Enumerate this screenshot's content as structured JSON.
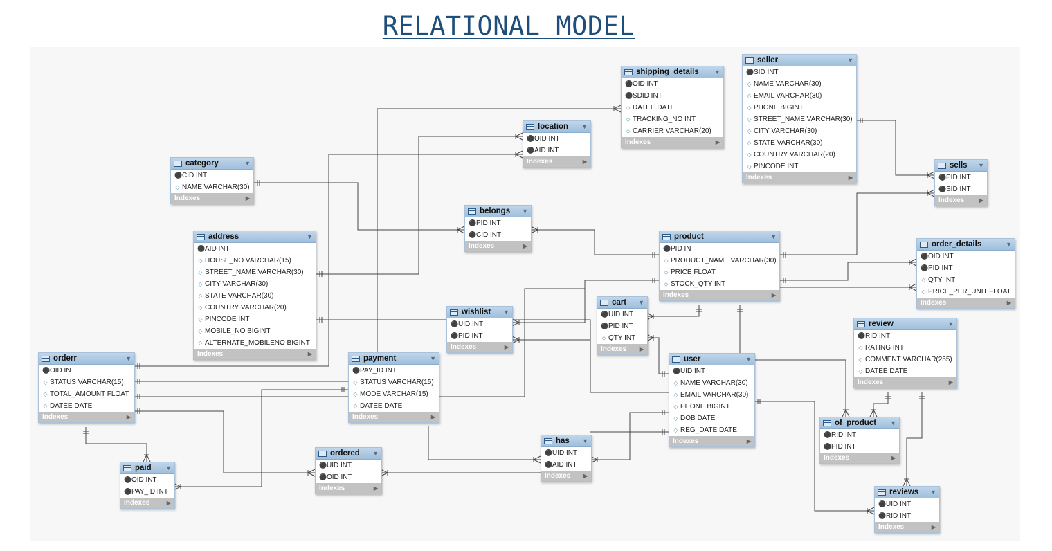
{
  "title": "RELATIONAL MODEL",
  "indexes_label": "Indexes",
  "tables": {
    "shipping_details": {
      "name": "shipping_details",
      "columns": [
        {
          "text": "OID INT",
          "kind": "fk"
        },
        {
          "text": "SDID INT",
          "kind": "key"
        },
        {
          "text": "DATEE DATE",
          "kind": "col"
        },
        {
          "text": "TRACKING_NO INT",
          "kind": "col"
        },
        {
          "text": "CARRIER VARCHAR(20)",
          "kind": "col"
        }
      ]
    },
    "seller": {
      "name": "seller",
      "columns": [
        {
          "text": "SID INT",
          "kind": "key"
        },
        {
          "text": "NAME VARCHAR(30)",
          "kind": "col"
        },
        {
          "text": "EMAIL VARCHAR(30)",
          "kind": "col"
        },
        {
          "text": "PHONE BIGINT",
          "kind": "col"
        },
        {
          "text": "STREET_NAME VARCHAR(30)",
          "kind": "col"
        },
        {
          "text": "CITY VARCHAR(30)",
          "kind": "col"
        },
        {
          "text": "STATE VARCHAR(30)",
          "kind": "col"
        },
        {
          "text": "COUNTRY VARCHAR(20)",
          "kind": "col"
        },
        {
          "text": "PINCODE INT",
          "kind": "col"
        }
      ]
    },
    "location": {
      "name": "location",
      "columns": [
        {
          "text": "OID INT",
          "kind": "fk"
        },
        {
          "text": "AID INT",
          "kind": "fk"
        }
      ]
    },
    "category": {
      "name": "category",
      "columns": [
        {
          "text": "CID INT",
          "kind": "key"
        },
        {
          "text": "NAME VARCHAR(30)",
          "kind": "col"
        }
      ]
    },
    "sells": {
      "name": "sells",
      "columns": [
        {
          "text": "PID INT",
          "kind": "fk"
        },
        {
          "text": "SID INT",
          "kind": "fk"
        }
      ]
    },
    "belongs": {
      "name": "belongs",
      "columns": [
        {
          "text": "PID INT",
          "kind": "fk"
        },
        {
          "text": "CID INT",
          "kind": "fk"
        }
      ]
    },
    "address": {
      "name": "address",
      "columns": [
        {
          "text": "AID INT",
          "kind": "key"
        },
        {
          "text": "HOUSE_NO VARCHAR(15)",
          "kind": "col"
        },
        {
          "text": "STREET_NAME VARCHAR(30)",
          "kind": "col"
        },
        {
          "text": "CITY VARCHAR(30)",
          "kind": "col"
        },
        {
          "text": "STATE VARCHAR(30)",
          "kind": "col"
        },
        {
          "text": "COUNTRY VARCHAR(20)",
          "kind": "col"
        },
        {
          "text": "PINCODE INT",
          "kind": "col"
        },
        {
          "text": "MOBILE_NO BIGINT",
          "kind": "col"
        },
        {
          "text": "ALTERNATE_MOBILENO BIGINT",
          "kind": "col"
        }
      ]
    },
    "product": {
      "name": "product",
      "columns": [
        {
          "text": "PID INT",
          "kind": "key"
        },
        {
          "text": "PRODUCT_NAME VARCHAR(30)",
          "kind": "col"
        },
        {
          "text": "PRICE FLOAT",
          "kind": "col"
        },
        {
          "text": "STOCK_QTY INT",
          "kind": "col"
        }
      ]
    },
    "order_details": {
      "name": "order_details",
      "columns": [
        {
          "text": "OID INT",
          "kind": "fk"
        },
        {
          "text": "PID INT",
          "kind": "fk"
        },
        {
          "text": "QTY INT",
          "kind": "col"
        },
        {
          "text": "PRICE_PER_UNIT FLOAT",
          "kind": "col"
        }
      ]
    },
    "cart": {
      "name": "cart",
      "columns": [
        {
          "text": "UID INT",
          "kind": "fk"
        },
        {
          "text": "PID INT",
          "kind": "fk"
        },
        {
          "text": "QTY INT",
          "kind": "col"
        }
      ]
    },
    "wishlist": {
      "name": "wishlist",
      "columns": [
        {
          "text": "UID INT",
          "kind": "fk"
        },
        {
          "text": "PID INT",
          "kind": "fk"
        }
      ]
    },
    "review": {
      "name": "review",
      "columns": [
        {
          "text": "RID INT",
          "kind": "key"
        },
        {
          "text": "RATING INT",
          "kind": "col"
        },
        {
          "text": "COMMENT VARCHAR(255)",
          "kind": "col"
        },
        {
          "text": "DATEE DATE",
          "kind": "col"
        }
      ]
    },
    "orderr": {
      "name": "orderr",
      "columns": [
        {
          "text": "OID INT",
          "kind": "key"
        },
        {
          "text": "STATUS VARCHAR(15)",
          "kind": "col"
        },
        {
          "text": "TOTAL_AMOUNT FLOAT",
          "kind": "col"
        },
        {
          "text": "DATEE DATE",
          "kind": "col"
        }
      ]
    },
    "payment": {
      "name": "payment",
      "columns": [
        {
          "text": "PAY_ID INT",
          "kind": "key"
        },
        {
          "text": "STATUS VARCHAR(15)",
          "kind": "col"
        },
        {
          "text": "MODE VARCHAR(15)",
          "kind": "col"
        },
        {
          "text": "DATEE DATE",
          "kind": "col"
        }
      ]
    },
    "user": {
      "name": "user",
      "columns": [
        {
          "text": "UID INT",
          "kind": "key"
        },
        {
          "text": "NAME VARCHAR(30)",
          "kind": "col"
        },
        {
          "text": "EMAIL VARCHAR(30)",
          "kind": "col"
        },
        {
          "text": "PHONE BIGINT",
          "kind": "col"
        },
        {
          "text": "DOB DATE",
          "kind": "col"
        },
        {
          "text": "REG_DATE DATE",
          "kind": "col"
        }
      ]
    },
    "of_product": {
      "name": "of_product",
      "columns": [
        {
          "text": "RID INT",
          "kind": "fk"
        },
        {
          "text": "PID INT",
          "kind": "fk"
        }
      ]
    },
    "has": {
      "name": "has",
      "columns": [
        {
          "text": "UID INT",
          "kind": "fk"
        },
        {
          "text": "AID INT",
          "kind": "fk"
        }
      ]
    },
    "ordered": {
      "name": "ordered",
      "columns": [
        {
          "text": "UID INT",
          "kind": "fk"
        },
        {
          "text": "OID INT",
          "kind": "fk"
        }
      ]
    },
    "paid": {
      "name": "paid",
      "columns": [
        {
          "text": "OID INT",
          "kind": "fk"
        },
        {
          "text": "PAY_ID INT",
          "kind": "fk"
        }
      ]
    },
    "reviews": {
      "name": "reviews",
      "columns": [
        {
          "text": "UID INT",
          "kind": "fk"
        },
        {
          "text": "RID INT",
          "kind": "fk"
        }
      ]
    }
  },
  "colors": {
    "key": "#e6b800",
    "foreign_key": "#cc3333",
    "column": "#5b93a7",
    "header": "#a9c6e0",
    "line": "#444444"
  }
}
